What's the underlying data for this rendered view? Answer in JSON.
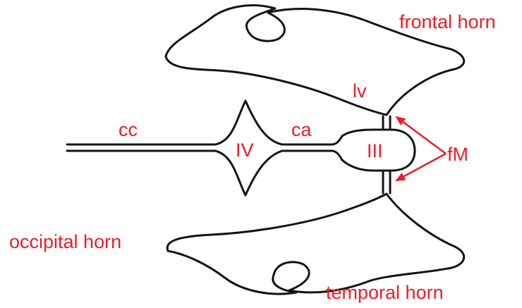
{
  "labels": {
    "frontal_horn": "frontal horn",
    "lv": "lv",
    "cc": "cc",
    "ca": "ca",
    "iv": "IV",
    "iii": "III",
    "fm": "fM",
    "occipital_horn": "occipital horn",
    "temporal_horn": "temporal horn"
  },
  "colors": {
    "label": "#ee1c25",
    "outline": "#141414",
    "arrow": "#ee1c25"
  }
}
